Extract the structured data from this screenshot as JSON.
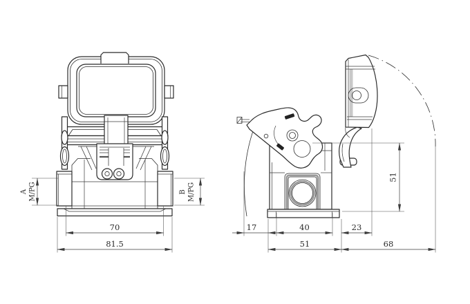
{
  "drawing": {
    "front_view": {
      "entry_a_label": "A",
      "entry_a_thread": "M/PG",
      "entry_b_label": "B",
      "entry_b_thread": "M/PG",
      "dim_inner_width": "70",
      "dim_outer_width": "81.5"
    },
    "side_view": {
      "dim_front_offset": "17",
      "dim_opening_width": "40",
      "dim_rear_offset": "23",
      "dim_base_depth": "51",
      "dim_cover_swing": "68",
      "dim_height": "51"
    },
    "colors": {
      "line": "#2b2b2b",
      "dimension": "#3c3c3c",
      "shading": "#9a9a9a",
      "background": "#ffffff"
    }
  }
}
